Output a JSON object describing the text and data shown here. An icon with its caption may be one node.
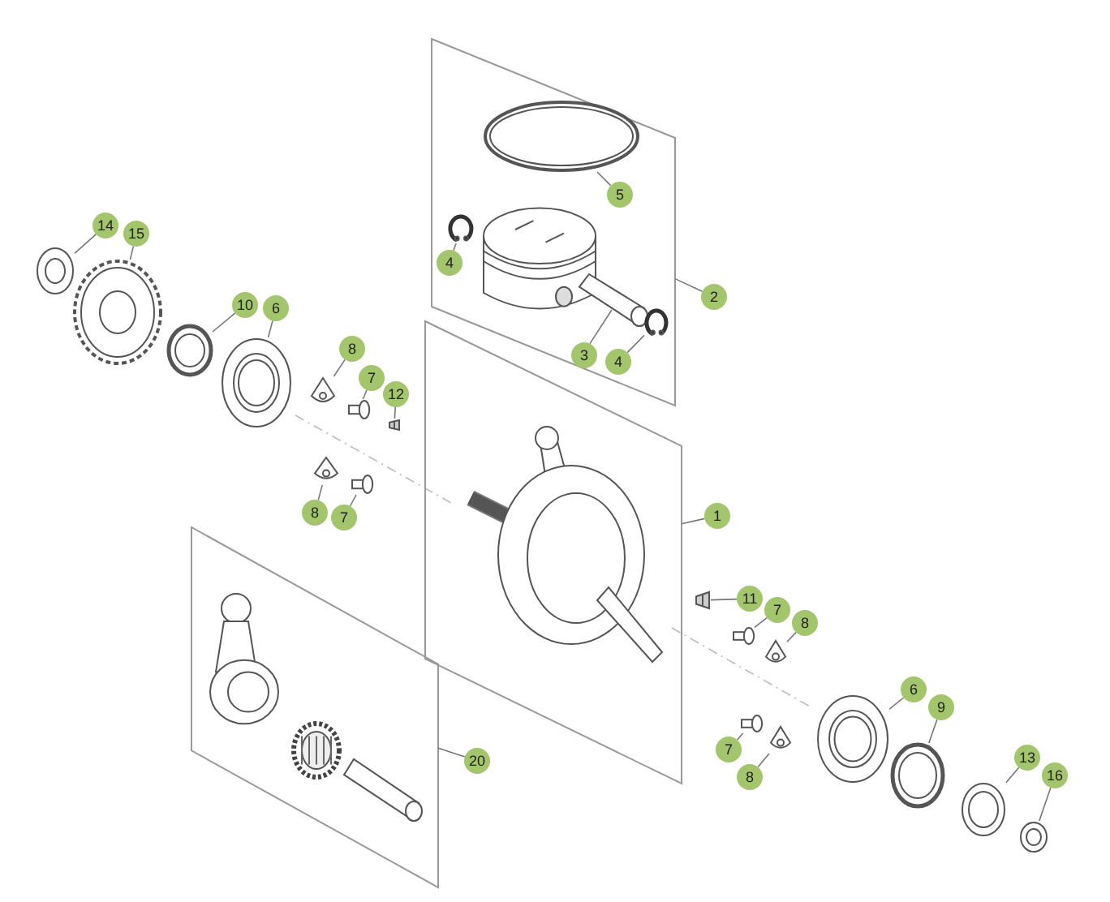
{
  "diagram": {
    "nodes": [
      {
        "text": [],
        "shape": "box"
      },
      {
        "text": [],
        "shape": "picture",
        "in": 0
      },
      {
        "text": [],
        "shape": "picture",
        "in": 0
      },
      {
        "text": [],
        "shape": "picture",
        "in": 0
      },
      {
        "text": [],
        "shape": "picture",
        "in": 0
      },
      {
        "text": [],
        "shape": "picture",
        "in": 0
      },
      {
        "text": [
          "5"
        ],
        "in": 0
      },
      {
        "text": [
          "4"
        ],
        "in": 0
      },
      {
        "text": [
          "3"
        ],
        "in": 0
      },
      {
        "text": [
          "4"
        ],
        "in": 0
      },
      {
        "text": [
          "2"
        ]
      },
      {
        "text": [],
        "shape": "box"
      },
      {
        "text": [],
        "shape": "picture",
        "in": 11
      },
      {
        "text": [
          "1"
        ]
      },
      {
        "text": [],
        "shape": "picture"
      },
      {
        "text": [],
        "shape": "picture"
      },
      {
        "text": [
          "14"
        ]
      },
      {
        "text": [
          "15"
        ]
      },
      {
        "text": [],
        "shape": "picture"
      },
      {
        "text": [],
        "shape": "picture"
      },
      {
        "text": [
          "10"
        ]
      },
      {
        "text": [
          "6"
        ]
      },
      {
        "text": [],
        "shape": "picture"
      },
      {
        "text": [],
        "shape": "picture"
      },
      {
        "text": [],
        "shape": "picture"
      },
      {
        "text": [
          "8"
        ]
      },
      {
        "text": [
          "7"
        ]
      },
      {
        "text": [
          "12"
        ]
      },
      {
        "text": [],
        "shape": "picture"
      },
      {
        "text": [],
        "shape": "picture"
      },
      {
        "text": [
          "8"
        ]
      },
      {
        "text": [
          "7"
        ]
      },
      {
        "text": [],
        "shape": "box"
      },
      {
        "text": [],
        "shape": "picture",
        "in": 32
      },
      {
        "text": [],
        "shape": "picture",
        "in": 32
      },
      {
        "text": [],
        "shape": "picture",
        "in": 32
      },
      {
        "text": [
          "20"
        ]
      },
      {
        "text": [],
        "shape": "picture"
      },
      {
        "text": [
          "11"
        ]
      },
      {
        "text": [],
        "shape": "picture"
      },
      {
        "text": [
          "7"
        ]
      },
      {
        "text": [],
        "shape": "picture"
      },
      {
        "text": [
          "8"
        ]
      },
      {
        "text": [],
        "shape": "picture"
      },
      {
        "text": [
          "6"
        ]
      },
      {
        "text": [],
        "shape": "picture"
      },
      {
        "text": [
          "9"
        ]
      },
      {
        "text": [],
        "shape": "picture"
      },
      {
        "text": [
          "7"
        ]
      },
      {
        "text": [],
        "shape": "picture"
      },
      {
        "text": [
          "8"
        ]
      },
      {
        "text": [],
        "shape": "picture"
      },
      {
        "text": [
          "13"
        ]
      },
      {
        "text": [],
        "shape": "picture"
      },
      {
        "text": [
          "16"
        ]
      }
    ],
    "edges": [
      {
        "from": 6,
        "to": 1,
        "arrow": "none"
      },
      {
        "from": 7,
        "to": 2,
        "arrow": "none"
      },
      {
        "from": 8,
        "to": 4,
        "arrow": "none"
      },
      {
        "from": 9,
        "to": 5,
        "arrow": "none"
      },
      {
        "from": 10,
        "to": 0,
        "arrow": "none"
      },
      {
        "from": 13,
        "to": 11,
        "arrow": "none"
      },
      {
        "from": 16,
        "to": 14,
        "arrow": "none"
      },
      {
        "from": 17,
        "to": 15,
        "arrow": "none"
      },
      {
        "from": 20,
        "to": 18,
        "arrow": "none"
      },
      {
        "from": 21,
        "to": 19,
        "arrow": "none"
      },
      {
        "from": 25,
        "to": 22,
        "arrow": "none"
      },
      {
        "from": 26,
        "to": 23,
        "arrow": "none"
      },
      {
        "from": 27,
        "to": 24,
        "arrow": "none"
      },
      {
        "from": 30,
        "to": 28,
        "arrow": "none"
      },
      {
        "from": 31,
        "to": 29,
        "arrow": "none"
      },
      {
        "from": 36,
        "to": 32,
        "arrow": "none"
      },
      {
        "from": 38,
        "to": 37,
        "arrow": "none"
      },
      {
        "from": 40,
        "to": 39,
        "arrow": "none"
      },
      {
        "from": 42,
        "to": 41,
        "arrow": "none"
      },
      {
        "from": 44,
        "to": 43,
        "arrow": "none"
      },
      {
        "from": 46,
        "to": 45,
        "arrow": "none"
      },
      {
        "from": 48,
        "to": 47,
        "arrow": "none"
      },
      {
        "from": 50,
        "to": 49,
        "arrow": "none"
      },
      {
        "from": 52,
        "to": 51,
        "arrow": "none"
      },
      {
        "from": 54,
        "to": 53,
        "arrow": "none"
      }
    ]
  }
}
